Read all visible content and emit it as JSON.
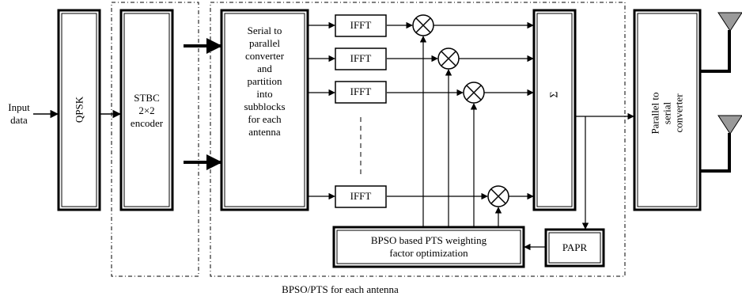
{
  "diagram": {
    "input_label_line1": "Input",
    "input_label_line2": "data",
    "qpsk_label": "QPSK",
    "stbc_line1": "STBC",
    "stbc_line2": "2×2",
    "stbc_line3": "encoder",
    "sp_lines": [
      "Serial to",
      "parallel",
      "converter",
      "and",
      "partition",
      "into",
      "subblocks",
      "for each",
      "antenna"
    ],
    "ifft_label": "IFFT",
    "sum_label": "Σ",
    "ps_line1": "Parallel to",
    "ps_line2": "serial",
    "ps_line3": "converter",
    "bpso_line1": "BPSO based PTS weighting",
    "bpso_line2": "factor optimization",
    "papr_label": "PAPR",
    "caption": "BPSO/PTS for each antenna"
  }
}
